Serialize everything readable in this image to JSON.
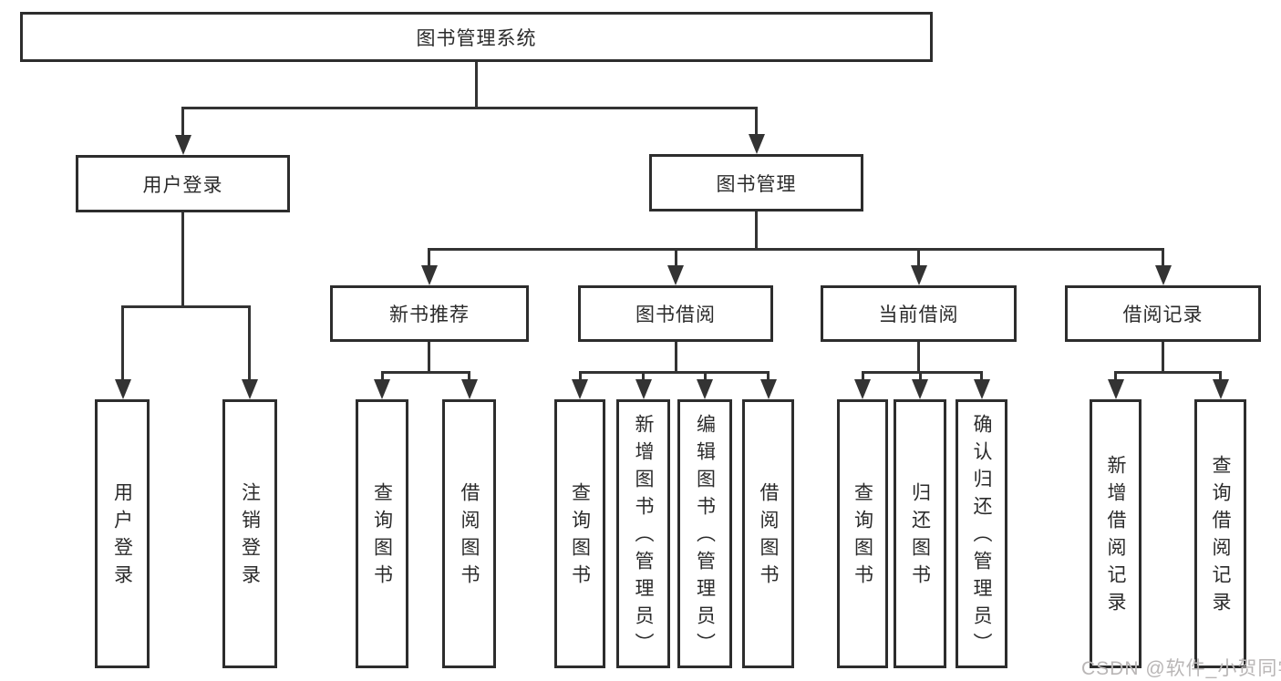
{
  "diagram": {
    "title": "图书管理系统",
    "root": {
      "label": "图书管理系统"
    },
    "level2": [
      {
        "label": "用户登录"
      },
      {
        "label": "图书管理"
      }
    ],
    "level3": [
      {
        "label": "新书推荐"
      },
      {
        "label": "图书借阅"
      },
      {
        "label": "当前借阅"
      },
      {
        "label": "借阅记录"
      }
    ],
    "leaves": [
      {
        "label": "用户登录",
        "parent": "用户登录"
      },
      {
        "label": "注销登录",
        "parent": "用户登录"
      },
      {
        "label": "查询图书",
        "parent": "新书推荐"
      },
      {
        "label": "借阅图书",
        "parent": "新书推荐"
      },
      {
        "label": "查询图书",
        "parent": "图书借阅"
      },
      {
        "label": "新增图书（管理员）",
        "parent": "图书借阅"
      },
      {
        "label": "编辑图书（管理员）",
        "parent": "图书借阅"
      },
      {
        "label": "借阅图书",
        "parent": "图书借阅"
      },
      {
        "label": "查询图书",
        "parent": "当前借阅"
      },
      {
        "label": "归还图书",
        "parent": "当前借阅"
      },
      {
        "label": "确认归还（管理员）",
        "parent": "当前借阅"
      },
      {
        "label": "新增借阅记录",
        "parent": "借阅记录"
      },
      {
        "label": "查询借阅记录",
        "parent": "借阅记录"
      }
    ]
  },
  "watermark": {
    "text": "CSDN @软件_小贺同学"
  },
  "colors": {
    "background": "#ffffff",
    "box_border": "#2d2d2d",
    "line": "#333333",
    "text": "#2b2b2b",
    "watermark": "#b9b6b6"
  }
}
